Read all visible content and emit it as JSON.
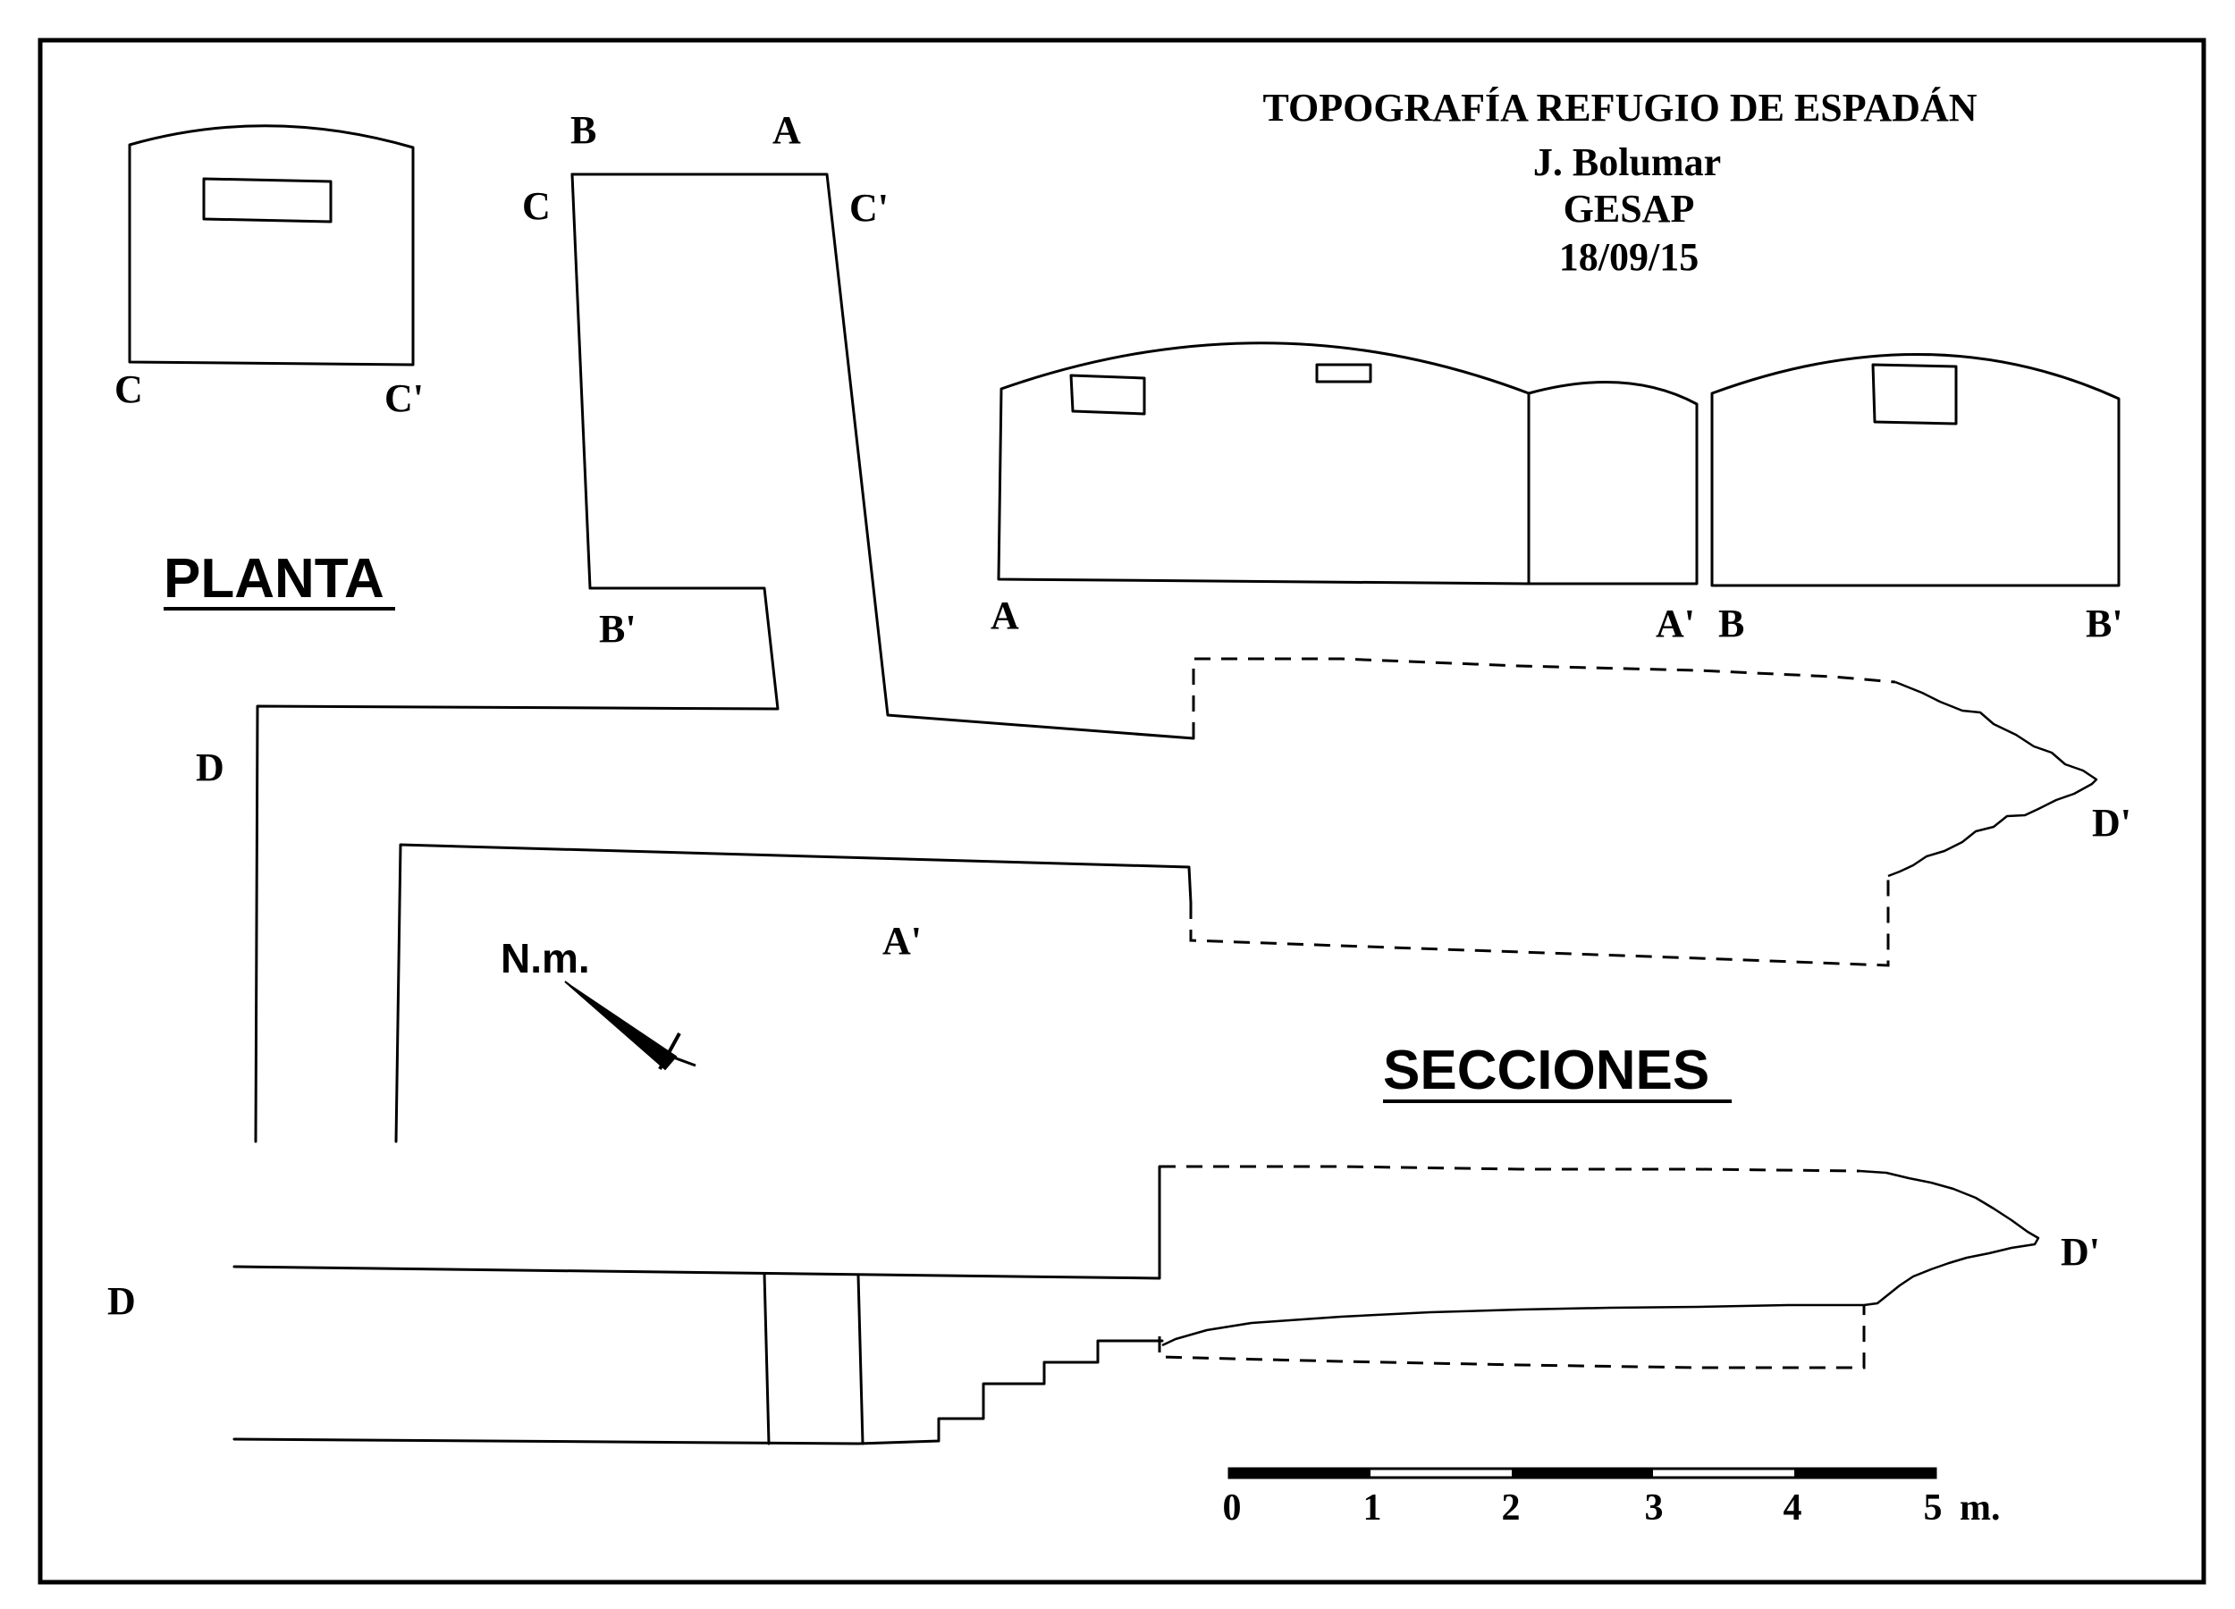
{
  "header": {
    "title": "TOPOGRAFÍA REFUGIO DE ESPADÁN",
    "author": "J. Bolumar",
    "group": "GESAP",
    "date": "18/09/15"
  },
  "sections_label": "SECCIONES",
  "plan_label": "PLANTA",
  "north_label": "N.m.",
  "labels": {
    "c_sec_C": "C",
    "c_sec_C2": "C'",
    "plan_B": "B",
    "plan_A": "A",
    "plan_C": "C",
    "plan_C2": "C'",
    "plan_B2": "B'",
    "plan_D": "D",
    "plan_A2": "A'",
    "plan_D2": "D'",
    "sec_A": "A",
    "sec_A2": "A'",
    "sec_B": "B",
    "sec_B2": "B'",
    "long_D": "D",
    "long_D2": "D'"
  },
  "scale_bar": {
    "ticks": [
      "0",
      "1",
      "2",
      "3",
      "4",
      "5"
    ],
    "unit": "m."
  }
}
